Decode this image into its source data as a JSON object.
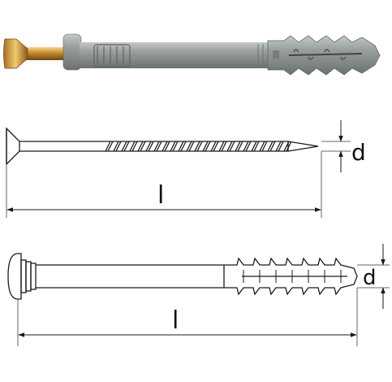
{
  "labels": {
    "screw_diameter": "d",
    "screw_length": "l",
    "sleeve_diameter": "d",
    "sleeve_length": "l"
  },
  "icons": {
    "photo": "nail-anchor-photo-icon",
    "screw": "screw-nail-drawing-icon",
    "sleeve": "plastic-sleeve-drawing-icon"
  },
  "colors": {
    "sleeve_grey": "#8e9494",
    "brass": "#c58a2e",
    "line": "#1a1a1a",
    "dim_line": "#666666"
  }
}
